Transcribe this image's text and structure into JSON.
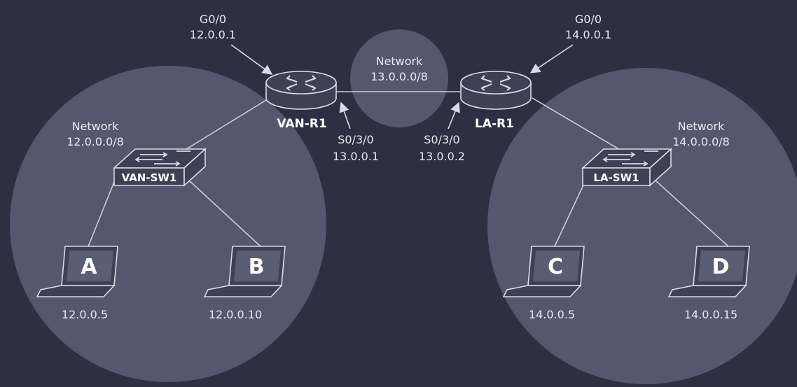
{
  "colors": {
    "background": "#2d3042",
    "zone_fill": "#5a5e75",
    "device_fill": "#3d4155",
    "device_stroke": "#d9dbe6",
    "link": "#c9cbd8",
    "text": "#e7e9f2"
  },
  "networks": {
    "left": {
      "title": "Network",
      "address": "12.0.0.0/8"
    },
    "wan": {
      "title": "Network",
      "address": "13.0.0.0/8"
    },
    "right": {
      "title": "Network",
      "address": "14.0.0.0/8"
    }
  },
  "routers": {
    "van": {
      "name": "VAN-R1",
      "g_iface": "G0/0",
      "g_ip": "12.0.0.1",
      "s_iface": "S0/3/0",
      "s_ip": "13.0.0.1",
      "icon": "router-icon"
    },
    "la": {
      "name": "LA-R1",
      "g_iface": "G0/0",
      "g_ip": "14.0.0.1",
      "s_iface": "S0/3/0",
      "s_ip": "13.0.0.2",
      "icon": "router-icon"
    }
  },
  "switches": {
    "van": {
      "name": "VAN-SW1",
      "icon": "switch-icon"
    },
    "la": {
      "name": "LA-SW1",
      "icon": "switch-icon"
    }
  },
  "hosts": {
    "a": {
      "letter": "A",
      "ip": "12.0.0.5",
      "icon": "laptop-icon"
    },
    "b": {
      "letter": "B",
      "ip": "12.0.0.10",
      "icon": "laptop-icon"
    },
    "c": {
      "letter": "C",
      "ip": "14.0.0.5",
      "icon": "laptop-icon"
    },
    "d": {
      "letter": "D",
      "ip": "14.0.0.15",
      "icon": "laptop-icon"
    }
  }
}
